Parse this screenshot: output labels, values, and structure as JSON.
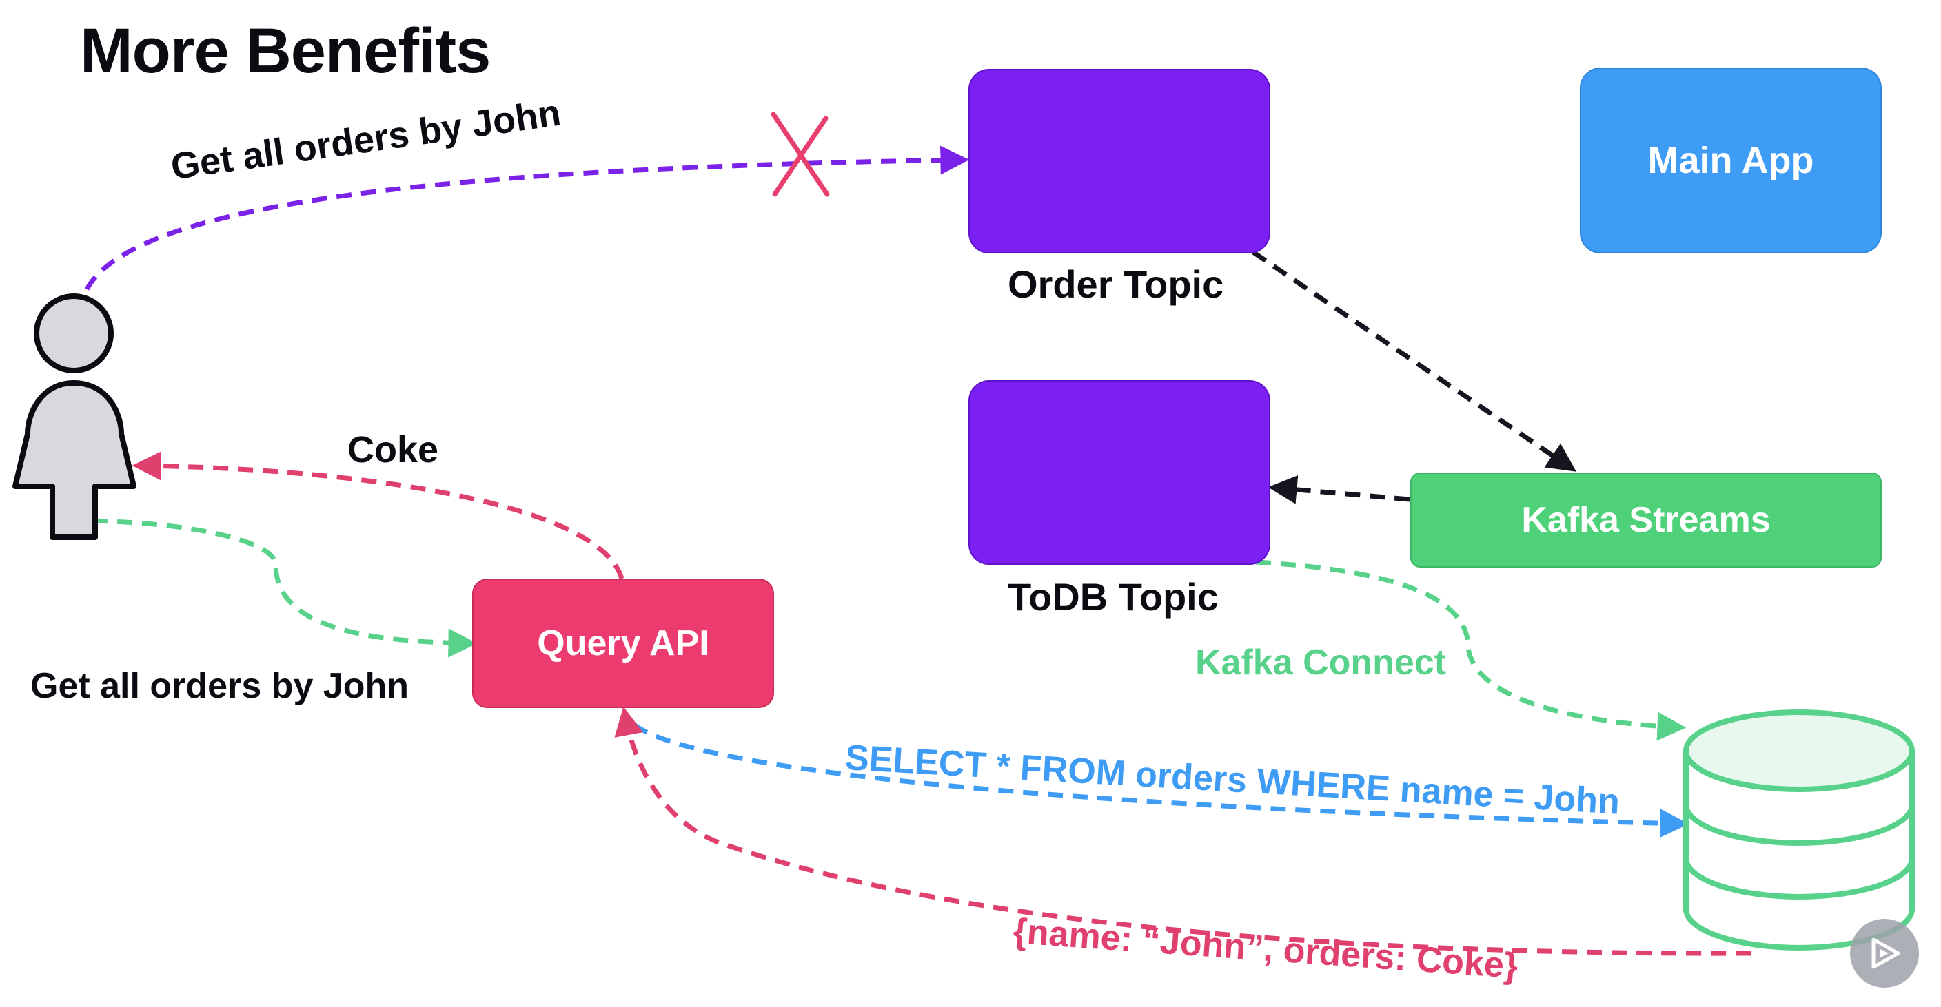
{
  "slide": {
    "title": "More Benefits"
  },
  "nodes": {
    "order_topic": {
      "label": "Order Topic",
      "color": "#7b1ff2"
    },
    "todb_topic": {
      "label": "ToDB Topic",
      "color": "#7b1ff2"
    },
    "main_app": {
      "label": "Main App",
      "color": "#3f9cf5"
    },
    "kafka_streams": {
      "label": "Kafka Streams",
      "color": "#4fd17a"
    },
    "query_api": {
      "label": "Query API",
      "color": "#ec3b6f"
    }
  },
  "edges": {
    "user_to_order_topic": {
      "label": "Get all orders by John",
      "color": "#7b22e8",
      "blocked": true
    },
    "query_api_to_user": {
      "label": "Coke",
      "color": "#e0406e"
    },
    "user_to_query_api": {
      "label": "Get all orders by John",
      "color": "#58d28a"
    },
    "todb_to_database": {
      "label": "Kafka Connect",
      "color": "#58d28a"
    },
    "query_api_to_database": {
      "label": "SELECT * FROM orders WHERE name = John",
      "color": "#3f9cf5"
    },
    "database_to_query_api": {
      "label": "{name: “John”, orders: Coke}",
      "color": "#e0406e"
    }
  },
  "icons": {
    "user": "user-icon",
    "database": "database-icon",
    "blocked": "x-mark-icon",
    "player": "play-logo-icon"
  }
}
